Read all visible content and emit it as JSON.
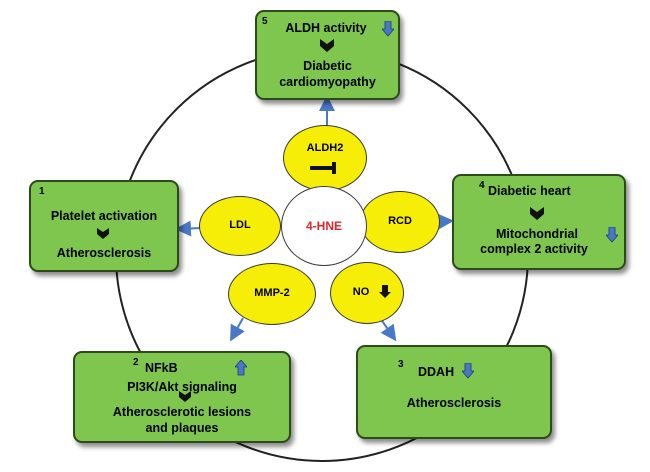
{
  "center": {
    "label": "4-HNE"
  },
  "nodes": {
    "aldh2": "ALDH2",
    "ldl": "LDL",
    "rcd": "RCD",
    "mmp2": "MMP-2",
    "no": "NO"
  },
  "boxes": {
    "box5": {
      "num": "5",
      "line1": "ALDH activity",
      "line2": "Diabetic",
      "line3": "cardiomyopathy"
    },
    "box1": {
      "num": "1",
      "line1": "Platelet activation",
      "line2": "Atherosclerosis"
    },
    "box4": {
      "num": "4",
      "line1": "Diabetic heart",
      "line2": "Mitochondrial",
      "line3": "complex 2 activity"
    },
    "box2": {
      "num": "2",
      "line1": "NFkB",
      "line2": "PI3K/Akt signaling",
      "line3": "Atherosclerotic lesions",
      "line4": "and plaques"
    },
    "box3": {
      "num": "3",
      "line1": "DDAH",
      "line2": "Atherosclerosis"
    }
  },
  "colors": {
    "box_fill": "#7ec64d",
    "node_fill": "#f7ee07",
    "center_text": "#e1262c",
    "arrow": "#4a78c8",
    "up_arrow": "#4a78c8",
    "down_arrow": "#4a78c8"
  },
  "icons": {
    "up": "up-arrow-icon",
    "down": "down-arrow-icon",
    "chevron": "chevron-down-icon",
    "inhibit": "inhibition-bar-icon"
  }
}
